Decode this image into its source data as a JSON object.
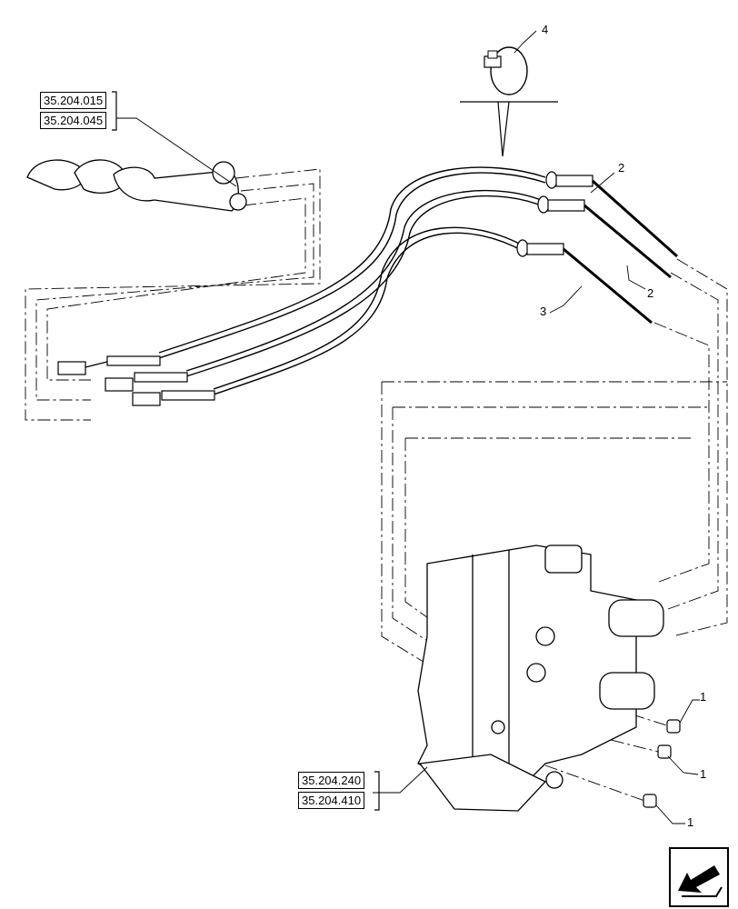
{
  "references": {
    "upper_group": [
      "35.204.015",
      "35.204.045"
    ],
    "lower_group": [
      "35.204.240",
      "35.204.410"
    ]
  },
  "callouts": {
    "cable_tie": "4",
    "cable_upper": "2",
    "cable_middle": "2",
    "cable_lower": "3",
    "cap_top": "1",
    "cap_middle": "1",
    "cap_bottom": "1"
  },
  "icons": {
    "navigation": "arrow-back-icon"
  }
}
